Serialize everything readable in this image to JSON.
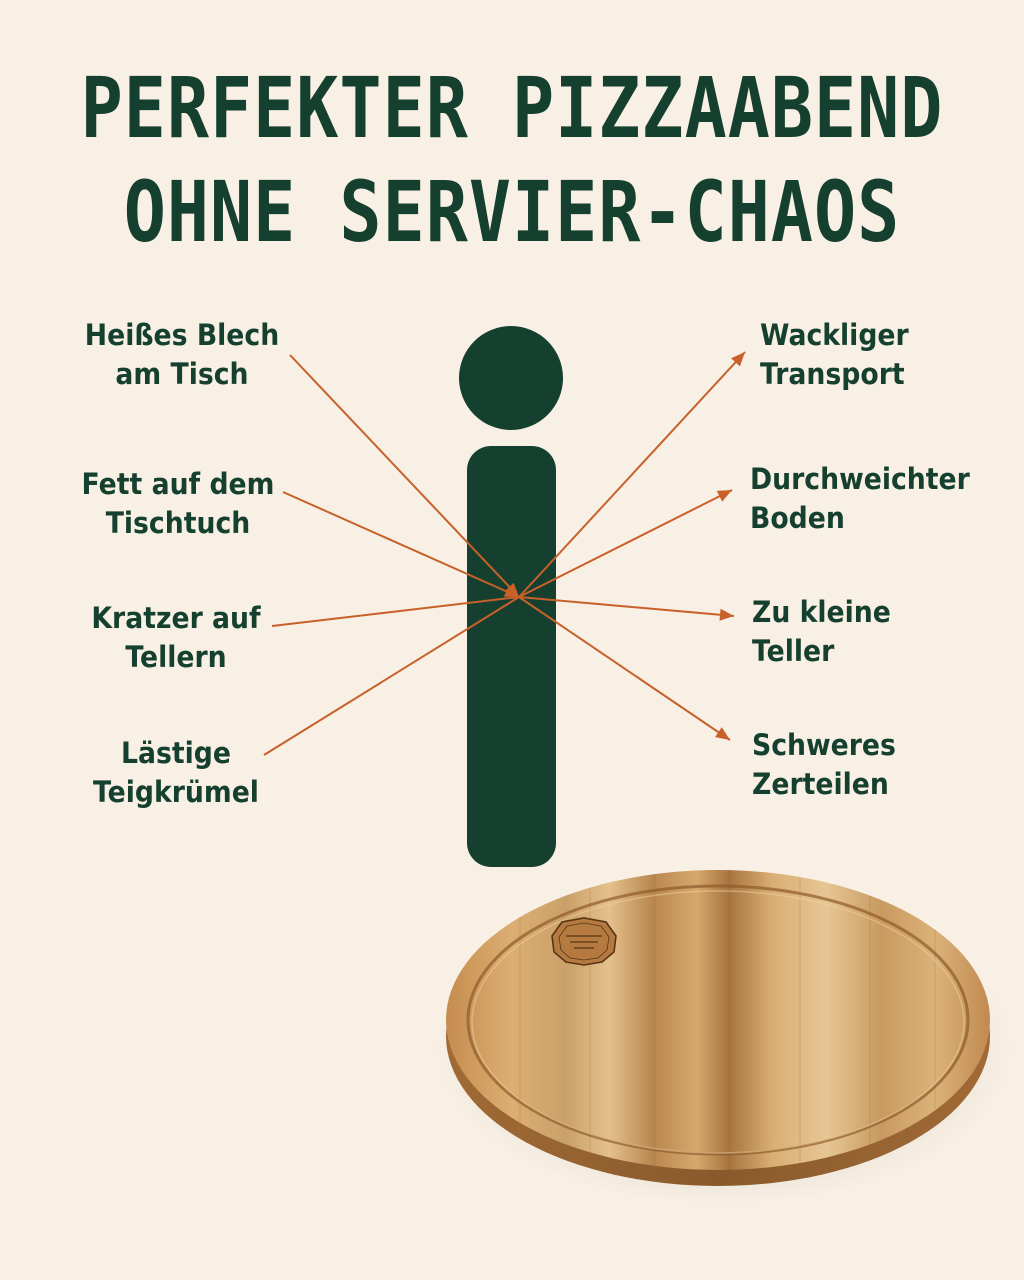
{
  "headline": {
    "line1": "PERFEKTER PIZZAABEND",
    "line2": "OHNE SERVIER-CHAOS"
  },
  "colors": {
    "background": "#f8f0e4",
    "primary_green": "#15402f",
    "arrow_orange": "#c8602a",
    "wood_light": "#d9aa6c",
    "wood_dark": "#a56f3a"
  },
  "icons": {
    "center": "info-icon",
    "product": "wooden-pizza-board",
    "brand": "brand-stamp-icon"
  },
  "pain_points": {
    "left": [
      {
        "line1": "Heißes Blech",
        "line2": "am Tisch"
      },
      {
        "line1": "Fett auf dem",
        "line2": "Tischtuch"
      },
      {
        "line1": "Kratzer auf",
        "line2": "Tellern"
      },
      {
        "line1": "Lästige",
        "line2": "Teigkrümel"
      }
    ],
    "right": [
      {
        "line1": "Wackliger",
        "line2": "Transport"
      },
      {
        "line1": "Durchweichter",
        "line2": "Boden"
      },
      {
        "line1": "Zu kleine",
        "line2": "Teller"
      },
      {
        "line1": "Schweres",
        "line2": "Zerteilen"
      }
    ]
  }
}
